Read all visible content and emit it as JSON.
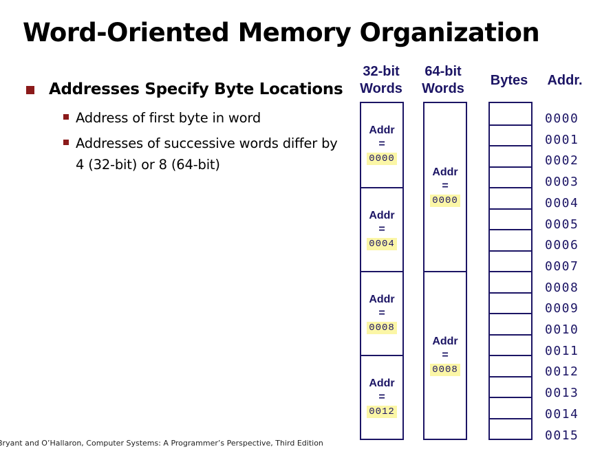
{
  "slide": {
    "title": "Word-Oriented Memory Organization",
    "bullet_main": "Addresses Specify Byte Locations",
    "sub_bullets": [
      "Address of first byte in word",
      "Addresses of successive words differ by 4 (32-bit) or 8 (64-bit)"
    ],
    "footer": "Bryant and O’Hallaron, Computer Systems: A Programmer’s Perspective, Third Edition"
  },
  "diagram": {
    "headers": {
      "words32": [
        "32-bit",
        "Words"
      ],
      "words64": [
        "64-bit",
        "Words"
      ],
      "bytes": "Bytes",
      "addr": "Addr."
    },
    "addr_word": "Addr",
    "eq_sign": "=",
    "words32": [
      "0000",
      "0004",
      "0008",
      "0012"
    ],
    "words64": [
      "0000",
      "0008"
    ],
    "byte_addresses": [
      "0000",
      "0001",
      "0002",
      "0003",
      "0004",
      "0005",
      "0006",
      "0007",
      "0008",
      "0009",
      "0010",
      "0011",
      "0012",
      "0013",
      "0014",
      "0015"
    ],
    "colors": {
      "line": "#1b1464",
      "highlight": "#fbf6a6",
      "bullet": "#8b1a1a"
    }
  }
}
